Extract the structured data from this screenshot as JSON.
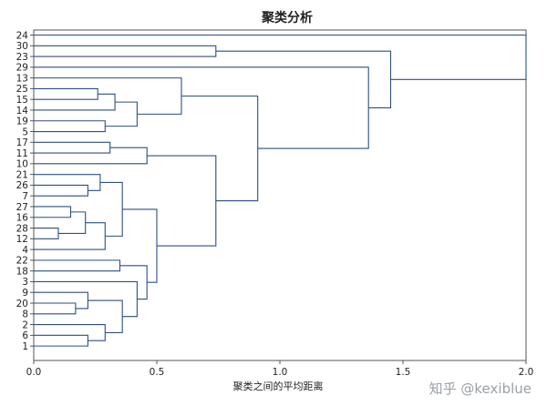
{
  "chart_data": {
    "type": "dendrogram",
    "title": "聚类分析",
    "xlabel": "聚类之间的平均距离",
    "ylabel": "",
    "xlim": [
      0,
      2.0
    ],
    "x_ticks": [
      0.0,
      0.5,
      1.0,
      1.5,
      2.0
    ],
    "x_tick_labels": [
      "0.0",
      "0.5",
      "1.0",
      "1.5",
      "2.0"
    ],
    "leaf_order_top_to_bottom": [
      "24",
      "30",
      "23",
      "29",
      "13",
      "25",
      "15",
      "14",
      "19",
      "5",
      "17",
      "11",
      "10",
      "21",
      "26",
      "7",
      "27",
      "16",
      "28",
      "12",
      "4",
      "22",
      "18",
      "3",
      "9",
      "20",
      "8",
      "2",
      "6",
      "1"
    ],
    "merges": [
      {
        "id": "m1",
        "children": [
          "28",
          "12"
        ],
        "height": 0.1
      },
      {
        "id": "m2",
        "children": [
          "27",
          "16"
        ],
        "height": 0.15
      },
      {
        "id": "m3",
        "children": [
          "20",
          "8"
        ],
        "height": 0.17
      },
      {
        "id": "m4",
        "children": [
          "m2",
          "m1"
        ],
        "height": 0.21
      },
      {
        "id": "m5",
        "children": [
          "26",
          "7"
        ],
        "height": 0.22
      },
      {
        "id": "m6",
        "children": [
          "9",
          "m3"
        ],
        "height": 0.22
      },
      {
        "id": "m7",
        "children": [
          "6",
          "1"
        ],
        "height": 0.22
      },
      {
        "id": "m8",
        "children": [
          "25",
          "15"
        ],
        "height": 0.26
      },
      {
        "id": "m9",
        "children": [
          "21",
          "m5"
        ],
        "height": 0.27
      },
      {
        "id": "m10",
        "children": [
          "19",
          "5"
        ],
        "height": 0.29
      },
      {
        "id": "m11",
        "children": [
          "m4",
          "4"
        ],
        "height": 0.29
      },
      {
        "id": "m12",
        "children": [
          "2",
          "m7"
        ],
        "height": 0.29
      },
      {
        "id": "m13",
        "children": [
          "17",
          "11"
        ],
        "height": 0.31
      },
      {
        "id": "m14",
        "children": [
          "m8",
          "14"
        ],
        "height": 0.33
      },
      {
        "id": "m15",
        "children": [
          "22",
          "18"
        ],
        "height": 0.35
      },
      {
        "id": "m16",
        "children": [
          "m9",
          "m11"
        ],
        "height": 0.36
      },
      {
        "id": "m17",
        "children": [
          "m6",
          "m12"
        ],
        "height": 0.36
      },
      {
        "id": "m18",
        "children": [
          "m14",
          "m10"
        ],
        "height": 0.42
      },
      {
        "id": "m19",
        "children": [
          "3",
          "m17"
        ],
        "height": 0.42
      },
      {
        "id": "m20",
        "children": [
          "m13",
          "10"
        ],
        "height": 0.46
      },
      {
        "id": "m21",
        "children": [
          "m15",
          "m19"
        ],
        "height": 0.46
      },
      {
        "id": "m22",
        "children": [
          "m16",
          "m21"
        ],
        "height": 0.5
      },
      {
        "id": "m23",
        "children": [
          "13",
          "m18"
        ],
        "height": 0.6
      },
      {
        "id": "m24",
        "children": [
          "m20",
          "m22"
        ],
        "height": 0.74
      },
      {
        "id": "m25",
        "children": [
          "30",
          "23"
        ],
        "height": 0.74
      },
      {
        "id": "m26",
        "children": [
          "m23",
          "m24"
        ],
        "height": 0.91
      },
      {
        "id": "m27",
        "children": [
          "29",
          "m26"
        ],
        "height": 1.36
      },
      {
        "id": "m28",
        "children": [
          "m25",
          "m27"
        ],
        "height": 1.45
      },
      {
        "id": "m29",
        "children": [
          "24",
          "m28"
        ],
        "height": 2.0
      }
    ],
    "line_color": "#2d4f84",
    "grid": false
  },
  "watermark": "知乎 @kexiblue",
  "colors": {
    "frame": "#555555",
    "text": "#222222",
    "watermark": "#9aa0a6"
  }
}
